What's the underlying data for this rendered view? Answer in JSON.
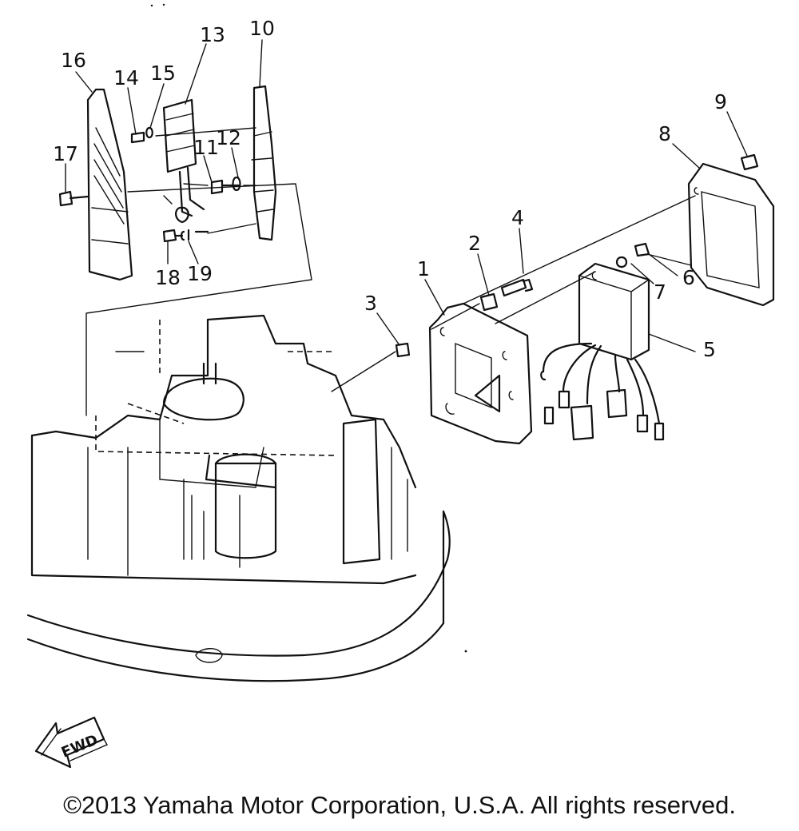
{
  "diagram": {
    "callouts": [
      "1",
      "2",
      "3",
      "4",
      "5",
      "6",
      "7",
      "8",
      "9",
      "10",
      "11",
      "12",
      "13",
      "14",
      "15",
      "16",
      "17",
      "18",
      "19"
    ],
    "direction_label": "FWD"
  },
  "footer": {
    "copyright": "©2013 Yamaha Motor Corporation, U.S.A. All rights reserved."
  }
}
